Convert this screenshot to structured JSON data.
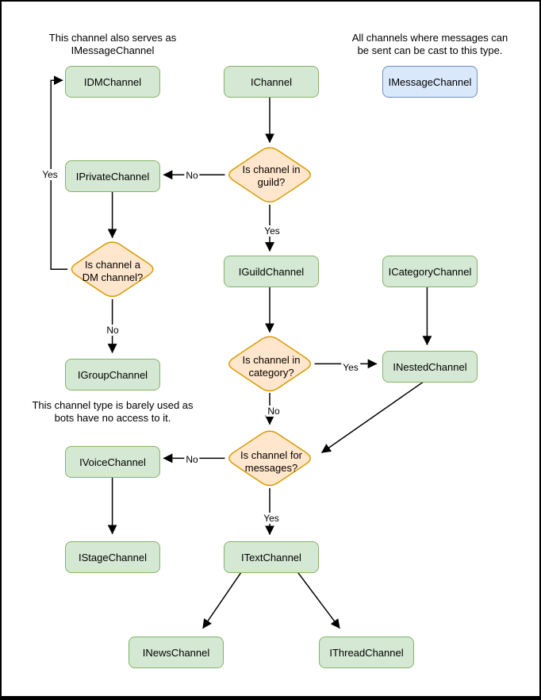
{
  "notes": {
    "dm": "This channel also serves as\nIMessageChannel",
    "message": "All channels where messages can\nbe sent can be cast to this type.",
    "group": "This channel type is barely used as\nbots have no access to it."
  },
  "nodes": {
    "idm": {
      "label": "IDMChannel"
    },
    "channel": {
      "label": "IChannel"
    },
    "message": {
      "label": "IMessageChannel"
    },
    "private": {
      "label": "IPrivateChannel"
    },
    "guild": {
      "label": "IGuildChannel"
    },
    "category": {
      "label": "ICategoryChannel"
    },
    "group": {
      "label": "IGroupChannel"
    },
    "nested": {
      "label": "INestedChannel"
    },
    "voice": {
      "label": "IVoiceChannel"
    },
    "stage": {
      "label": "IStageChannel"
    },
    "text": {
      "label": "ITextChannel"
    },
    "news": {
      "label": "INewsChannel"
    },
    "thread": {
      "label": "IThreadChannel"
    }
  },
  "decisions": {
    "in_guild": {
      "label": "Is channel in\nguild?"
    },
    "is_dm": {
      "label": "Is channel a\nDM channel?"
    },
    "in_category": {
      "label": "Is channel in\ncategory?"
    },
    "for_messages": {
      "label": "Is channel for\nmessages?"
    }
  },
  "edge_labels": {
    "in_guild_no": "No",
    "in_guild_yes": "Yes",
    "is_dm_yes": "Yes",
    "is_dm_no": "No",
    "in_category_yes": "Yes",
    "in_category_no": "No",
    "for_messages_no": "No",
    "for_messages_yes": "Yes"
  },
  "colors": {
    "interface_fill": "#d5e8d4",
    "interface_stroke": "#82b366",
    "decision_fill": "#ffe6cc",
    "decision_stroke": "#d79b00",
    "message_fill": "#dae8fc",
    "message_stroke": "#6c8ebf",
    "edge": "#000000",
    "frame": "#000000"
  }
}
